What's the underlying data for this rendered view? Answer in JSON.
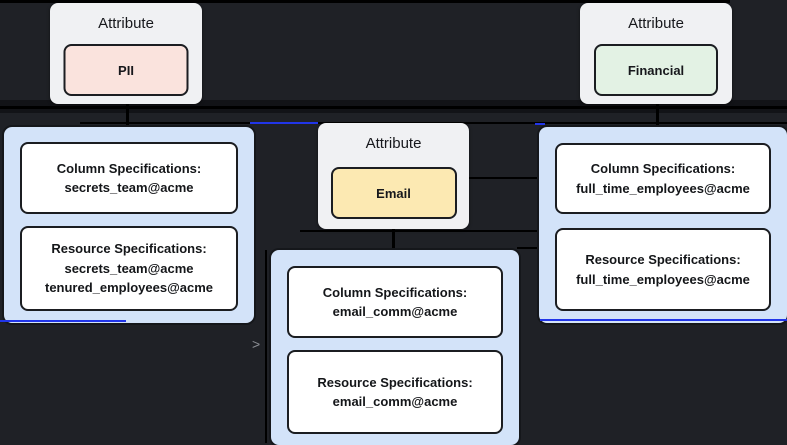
{
  "diagram": {
    "background_color": "#1f2126",
    "edge_color": "#000000",
    "highlight_edge_color": "#2135e8",
    "arrow_glyph": ">"
  },
  "attribute_nodes": [
    {
      "title": "Attribute",
      "value": "PII",
      "chip_color": "#fae3dd"
    },
    {
      "title": "Attribute",
      "value": "Financial",
      "chip_color": "#e3f2e4"
    },
    {
      "title": "Attribute",
      "value": "Email",
      "chip_color": "#fce9b2"
    }
  ],
  "spec_nodes": [
    {
      "column_heading": "Column Specifications:",
      "column_entries": [
        "secrets_team@acme"
      ],
      "resource_heading": "Resource Specifications:",
      "resource_entries": [
        "secrets_team@acme",
        "tenured_employees@acme"
      ]
    },
    {
      "column_heading": "Column Specifications:",
      "column_entries": [
        "email_comm@acme"
      ],
      "resource_heading": "Resource Specifications:",
      "resource_entries": [
        "email_comm@acme"
      ]
    },
    {
      "column_heading": "Column Specifications:",
      "column_entries": [
        "full_time_employees@acme"
      ],
      "resource_heading": "Resource Specifications:",
      "resource_entries": [
        "full_time_employees@acme"
      ]
    }
  ]
}
